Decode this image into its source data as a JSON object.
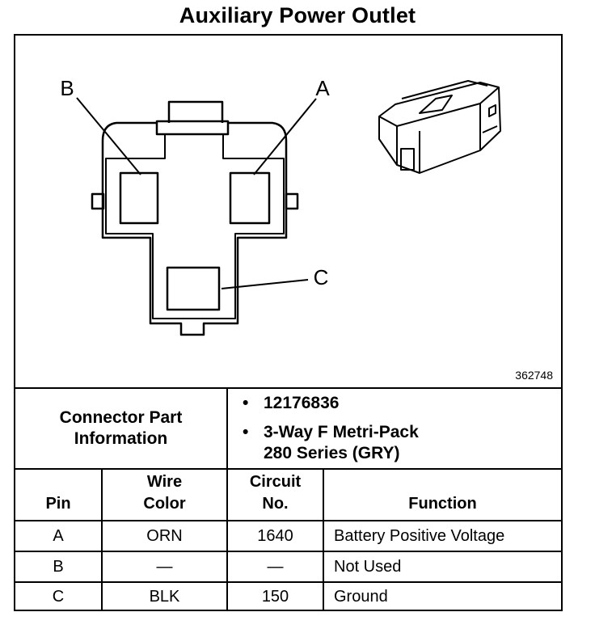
{
  "title": "Auxiliary Power Outlet",
  "diagram": {
    "labels": {
      "a": "A",
      "b": "B",
      "c": "C"
    },
    "figure_number": "362748"
  },
  "connector": {
    "label_line1": "Connector Part",
    "label_line2": "Information",
    "bullet": "•",
    "items": [
      "12176836",
      "3-Way F Metri-Pack",
      "280 Series (GRY)"
    ]
  },
  "table": {
    "headers": {
      "pin": "Pin",
      "wire_color_1": "Wire",
      "wire_color_2": "Color",
      "circuit_1": "Circuit",
      "circuit_2": "No.",
      "function": "Function"
    },
    "rows": [
      {
        "pin": "A",
        "color": "ORN",
        "circuit": "1640",
        "function": "Battery Positive Voltage"
      },
      {
        "pin": "B",
        "color": "—",
        "circuit": "—",
        "function": "Not Used"
      },
      {
        "pin": "C",
        "color": "BLK",
        "circuit": "150",
        "function": "Ground"
      }
    ]
  }
}
